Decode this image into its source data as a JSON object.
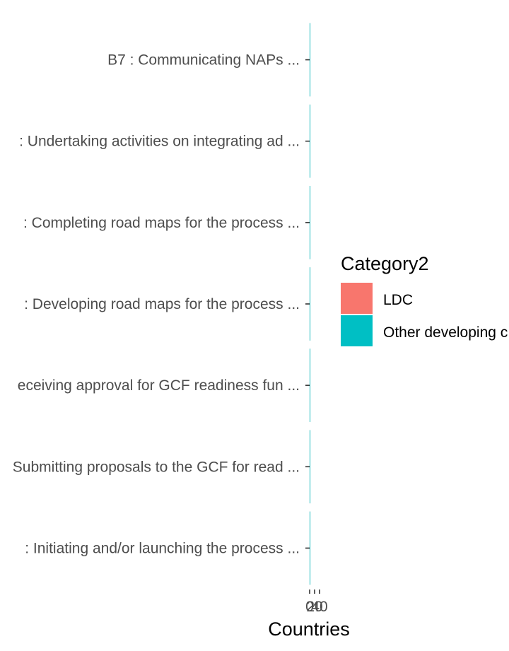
{
  "chart_data": {
    "type": "bar",
    "orientation": "horizontal",
    "stacked": true,
    "categories": [
      "B7 : Communicating NAPs ...",
      ": Undertaking activities on integrating ad ...",
      ": Completing road maps for the process ...",
      ": Developing road maps for the process ...",
      "eceiving approval for GCF readiness fun ...",
      "Submitting proposals to the GCF for read ...",
      ": Initiating and/or launching the process  ..."
    ],
    "series": [
      {
        "name": "LDC",
        "color": "#F8766D",
        "values": [
          0,
          0,
          0,
          0,
          0,
          0,
          0
        ]
      },
      {
        "name": "Other developing c",
        "color": "#00BFC4",
        "values": [
          0,
          0,
          0,
          0,
          0,
          0,
          0
        ]
      }
    ],
    "xlabel": "Countries",
    "xticks": [
      "0",
      "20",
      "40"
    ],
    "legend": {
      "title": "Category2",
      "position": "right"
    },
    "grid": false
  }
}
